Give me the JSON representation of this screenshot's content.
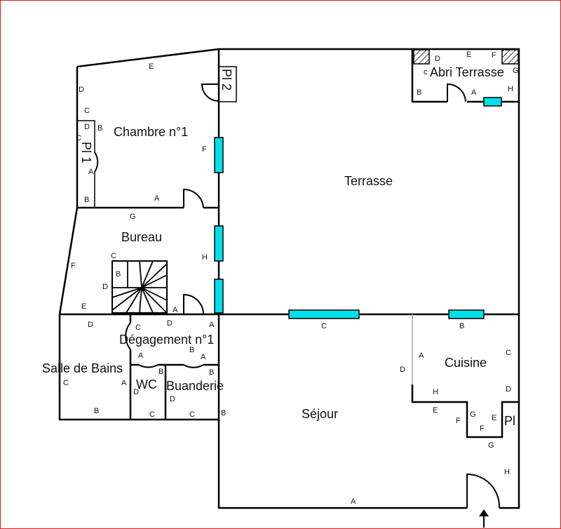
{
  "colors": {
    "window": "#00e0e8",
    "frame": "#e01b1b",
    "wall": "#000000"
  },
  "rooms": {
    "chambre1": "Chambre n°1",
    "bureau": "Bureau",
    "terrasse": "Terrasse",
    "abri_terrasse": "Abri Terrasse",
    "degagement1": "Dégagement n°1",
    "salle_de_bains": "Salle de Bains",
    "wc": "WC",
    "buanderie": "Buanderie",
    "sejour": "Séjour",
    "cuisine": "Cuisine",
    "placard": "Pl",
    "placard1": "Pl 1",
    "placard2": "Pl 2"
  },
  "wall_labels": {
    "ch_e": "E",
    "ch_d": "D",
    "ch_c": "C",
    "ch_f": "F",
    "ch_a": "A",
    "ch_b": "B",
    "pl1_d": "D",
    "pl1_b": "B",
    "pl1_c": "C",
    "pl1_a": "A",
    "bu_g": "G",
    "bu_f": "F",
    "bu_h": "H",
    "bu_e": "E",
    "st_c": "C",
    "st_b": "B",
    "st_d": "D",
    "st_a": "A",
    "ab_d": "D",
    "ab_e": "E",
    "ab_f": "F",
    "ab_c": "c",
    "ab_g": "G",
    "ab_b": "B",
    "ab_a": "A",
    "ab_h": "H",
    "sej_c": "C",
    "sej_b": "B",
    "sej_d": "D",
    "sej_a": "A",
    "sej_bl": "B",
    "cu_a": "A",
    "cu_c": "C",
    "cu_h": "H",
    "cu_d": "D",
    "cu_e": "E",
    "cu_f": "F",
    "cu_g": "G",
    "cu_f2": "F",
    "cu_e2": "E",
    "cu_g2": "G",
    "cu_h2": "H",
    "dg_d": "D",
    "dg_c": "C",
    "dg_d2": "D",
    "dg_a": "A",
    "dg_a2": "A",
    "dg_b": "B",
    "dg_a3": "A",
    "sb_c": "C",
    "sb_a": "A",
    "sb_b": "B",
    "wc_b": "B",
    "wc_d": "D",
    "wc_c": "C",
    "bd_d": "D",
    "bd_c": "C",
    "bd_b": "B"
  }
}
